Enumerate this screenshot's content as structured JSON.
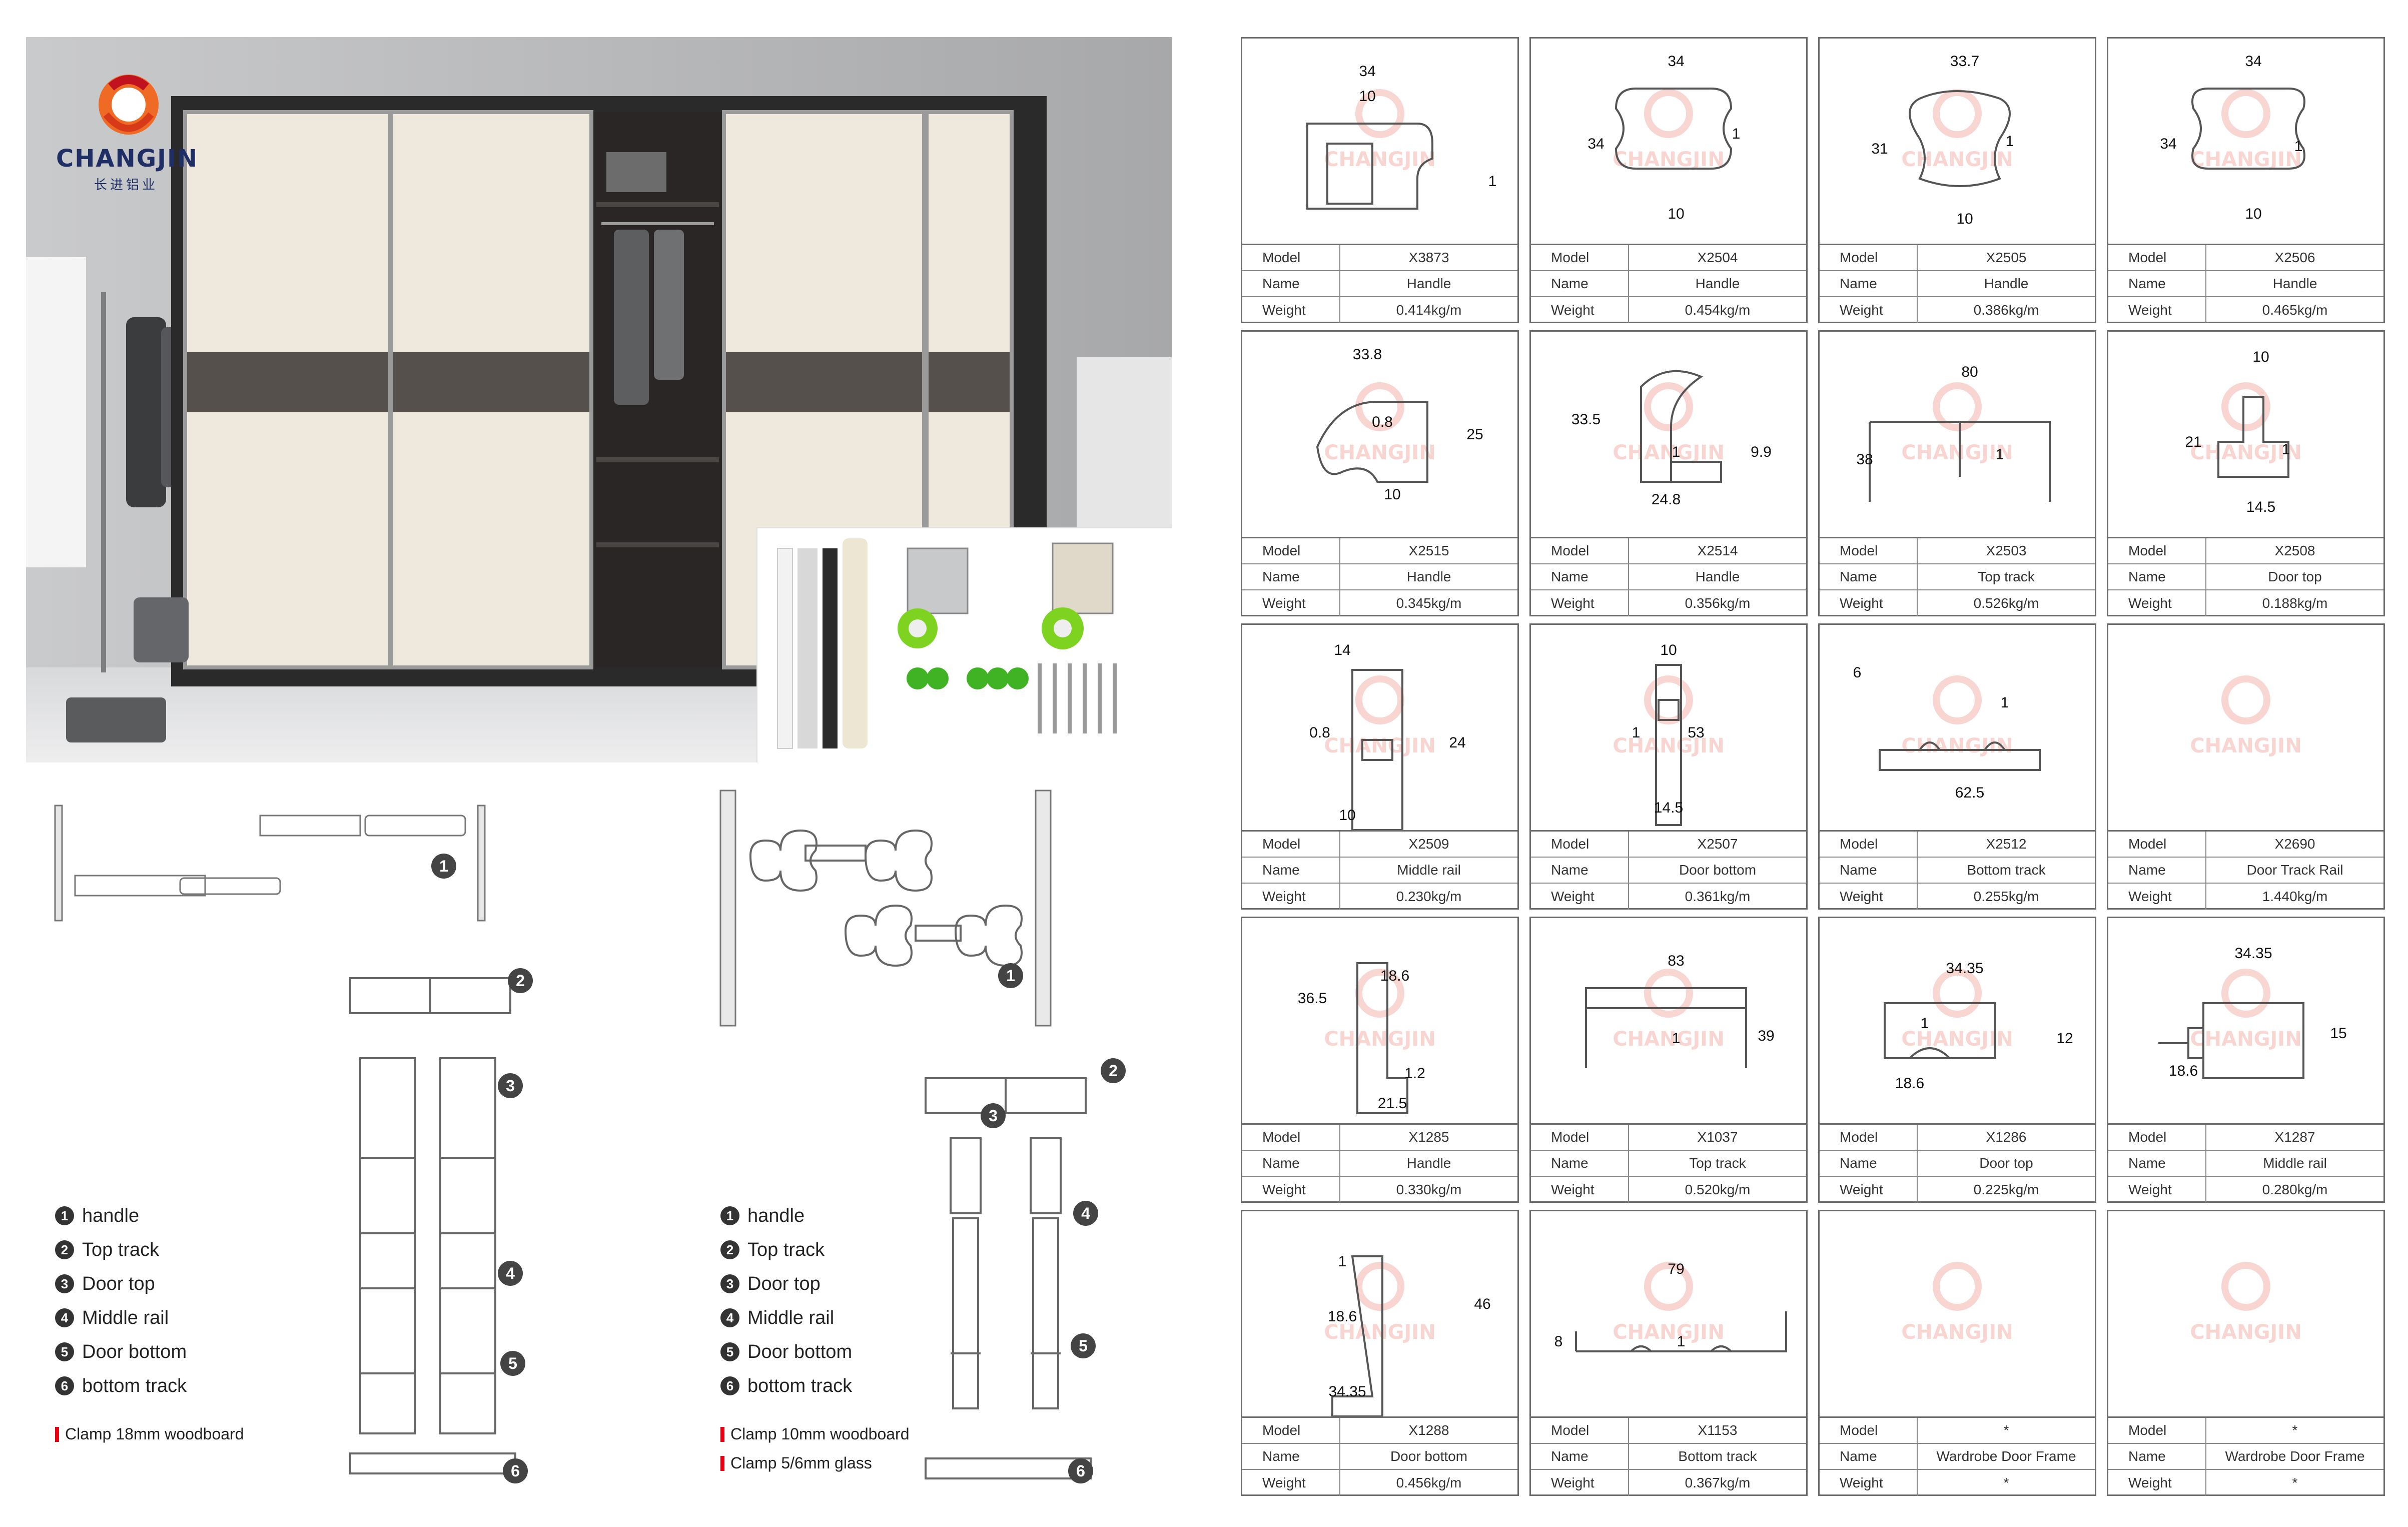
{
  "brand": {
    "name": "CHANGJIN",
    "subtitle": "长进铝业"
  },
  "legend_left": {
    "items": [
      {
        "num": "1",
        "label": "handle"
      },
      {
        "num": "2",
        "label": "Top track"
      },
      {
        "num": "3",
        "label": "Door top"
      },
      {
        "num": "4",
        "label": "Middle rail"
      },
      {
        "num": "5",
        "label": "Door bottom"
      },
      {
        "num": "6",
        "label": "bottom track"
      }
    ],
    "clamps": [
      "Clamp 18mm woodboard"
    ]
  },
  "legend_right": {
    "items": [
      {
        "num": "1",
        "label": "handle"
      },
      {
        "num": "2",
        "label": "Top track"
      },
      {
        "num": "3",
        "label": "Door top"
      },
      {
        "num": "4",
        "label": "Middle rail"
      },
      {
        "num": "5",
        "label": "Door bottom"
      },
      {
        "num": "6",
        "label": "bottom track"
      }
    ],
    "clamps": [
      "Clamp 10mm woodboard",
      "Clamp 5/6mm glass"
    ]
  },
  "callouts": [
    "1",
    "2",
    "3",
    "4",
    "5",
    "6"
  ],
  "spec_labels": {
    "model": "Model",
    "name": "Name",
    "weight": "Weight"
  },
  "accent_color": "#e60012",
  "products": [
    {
      "model": "X3873",
      "name": "Handle",
      "weight": "0.414kg/m",
      "dims": [
        "34",
        "10",
        "1"
      ]
    },
    {
      "model": "X2504",
      "name": "Handle",
      "weight": "0.454kg/m",
      "dims": [
        "34",
        "34",
        "10",
        "1"
      ]
    },
    {
      "model": "X2505",
      "name": "Handle",
      "weight": "0.386kg/m",
      "dims": [
        "33.7",
        "31",
        "10",
        "1"
      ]
    },
    {
      "model": "X2506",
      "name": "Handle",
      "weight": "0.465kg/m",
      "dims": [
        "34",
        "34",
        "10",
        "1"
      ]
    },
    {
      "model": "X2515",
      "name": "Handle",
      "weight": "0.345kg/m",
      "dims": [
        "33.8",
        "0.8",
        "25",
        "10"
      ]
    },
    {
      "model": "X2514",
      "name": "Handle",
      "weight": "0.356kg/m",
      "dims": [
        "33.5",
        "9.9",
        "24.8",
        "1"
      ]
    },
    {
      "model": "X2503",
      "name": "Top track",
      "weight": "0.526kg/m",
      "dims": [
        "80",
        "38",
        "1"
      ]
    },
    {
      "model": "X2508",
      "name": "Door top",
      "weight": "0.188kg/m",
      "dims": [
        "10",
        "21",
        "14.5",
        "1"
      ]
    },
    {
      "model": "X2509",
      "name": "Middle rail",
      "weight": "0.230kg/m",
      "dims": [
        "14",
        "0.8",
        "24",
        "10"
      ]
    },
    {
      "model": "X2507",
      "name": "Door bottom",
      "weight": "0.361kg/m",
      "dims": [
        "10",
        "53",
        "1",
        "14.5"
      ]
    },
    {
      "model": "X2512",
      "name": "Bottom track",
      "weight": "0.255kg/m",
      "dims": [
        "6",
        "1",
        "62.5"
      ]
    },
    {
      "model": "X2690",
      "name": "Door Track Rail",
      "weight": "1.440kg/m",
      "dims": []
    },
    {
      "model": "X1285",
      "name": "Handle",
      "weight": "0.330kg/m",
      "dims": [
        "18.6",
        "36.5",
        "1.2",
        "21.5"
      ]
    },
    {
      "model": "X1037",
      "name": "Top track",
      "weight": "0.520kg/m",
      "dims": [
        "83",
        "39",
        "1"
      ]
    },
    {
      "model": "X1286",
      "name": "Door top",
      "weight": "0.225kg/m",
      "dims": [
        "34.35",
        "1",
        "12",
        "18.6"
      ]
    },
    {
      "model": "X1287",
      "name": "Middle rail",
      "weight": "0.280kg/m",
      "dims": [
        "34.35",
        "15",
        "18.6"
      ]
    },
    {
      "model": "X1288",
      "name": "Door bottom",
      "weight": "0.456kg/m",
      "dims": [
        "1",
        "46",
        "18.6",
        "34.35"
      ]
    },
    {
      "model": "X1153",
      "name": "Bottom track",
      "weight": "0.367kg/m",
      "dims": [
        "79",
        "8",
        "1"
      ]
    },
    {
      "model": "*",
      "name": "Wardrobe Door Frame",
      "weight": "*",
      "dims": []
    },
    {
      "model": "*",
      "name": "Wardrobe Door Frame",
      "weight": "*",
      "dims": []
    }
  ]
}
